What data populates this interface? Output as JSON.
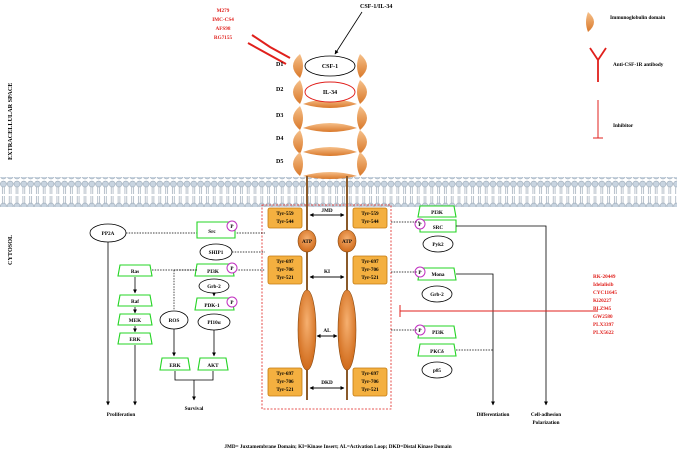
{
  "ligand": {
    "label": "CSF-1/IL-34"
  },
  "antibodies": [
    "M279",
    "IMC-CS4",
    "AFS98",
    "RG7155"
  ],
  "domains": [
    "D1",
    "D2",
    "D3",
    "D4",
    "D5"
  ],
  "ligand_ovals": {
    "csf1": "CSF-1",
    "il34": "IL-34"
  },
  "legend": {
    "immunoglobulin": "Immunoglobulin domain",
    "antibody": "Anti-CSF-1R antibody",
    "inhibitor": "Inhibitor"
  },
  "regions": {
    "extracellular": "EXTRACELLULAR SPACE",
    "cytosol": "CYTOSOL"
  },
  "receptor": {
    "jmd": "JMD",
    "ki": "KI",
    "al": "AL",
    "dkd": "DKD",
    "atp": "ATP",
    "tyr_top": "Tyr-559\nTyr-544",
    "tyr_top_l1": "Tyr-559",
    "tyr_top_l2": "Tyr-544",
    "tyr_mid_l1": "Tyr-697",
    "tyr_mid_l2": "Tyr-706",
    "tyr_mid_l3": "Tyr-521",
    "tyr_bot_l1": "Tyr-697",
    "tyr_bot_l2": "Tyr-706",
    "tyr_bot_l3": "Tyr-521"
  },
  "left_pathway": {
    "pp2a": "PP2A",
    "src": "Src",
    "ship1": "SHIP1",
    "ras": "Ras",
    "raf": "Raf",
    "mek": "MEK",
    "erk1": "ERK",
    "pi3k": "PI3K",
    "grb2": "Grb-2",
    "ros": "ROS",
    "pdk1": "PDK-1",
    "pi10a": "PI10α",
    "erk2": "ERK",
    "akt": "AKT",
    "proliferation": "Proliferation",
    "survival": "Survival"
  },
  "right_pathway": {
    "pi3k_top": "PI3K",
    "src": "SRC",
    "pyk2": "Pyk2",
    "mona": "Mona",
    "grb2": "Grb-2",
    "pi3k_bot": "PI3K",
    "pkcd": "PKCδ",
    "p85": "p85",
    "differentiation": "Differentiation",
    "cell_adhesion": "Cell-adhesion",
    "polarization": "Polarization"
  },
  "phospho": "P",
  "inhibitors": [
    "RK-20449",
    "Idelalisib",
    "CYC11645",
    "Ki20227",
    "BLZ945",
    "GW2580",
    "PLX3397",
    "PLX5622"
  ],
  "footnote": "JMD= Juxtamembrane Domain; KI=Kinase Insert; AL=Activation Loop; DKD=Distal Kinase Domain",
  "colors": {
    "red": "#e0201c",
    "green": "#24d424",
    "orange": "#f4b040",
    "magenta": "#c030c0",
    "membrane": "#a8b8c8"
  }
}
